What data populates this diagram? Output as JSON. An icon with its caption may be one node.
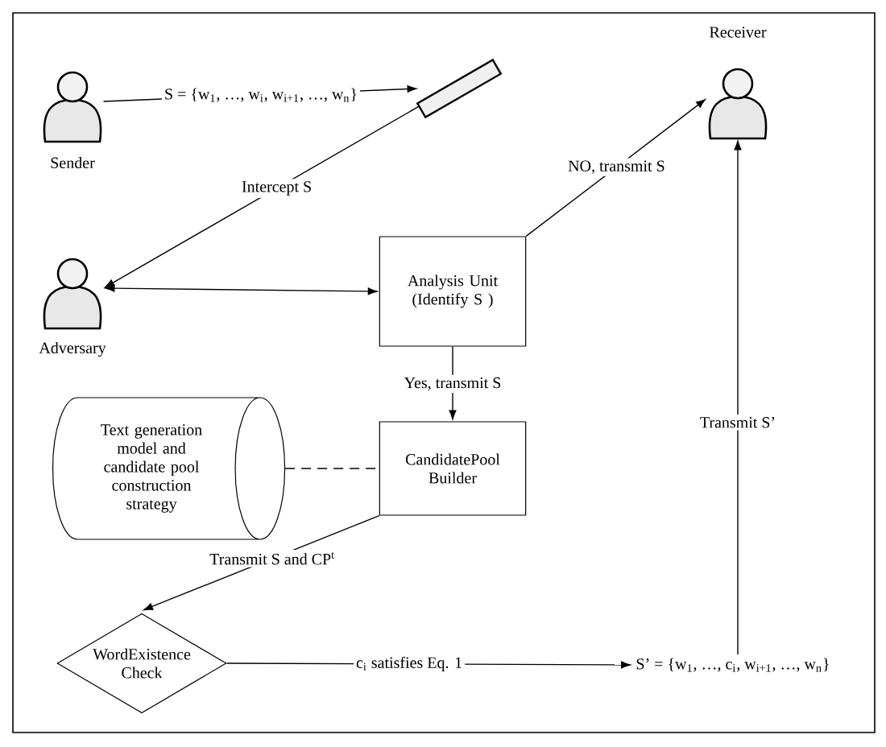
{
  "diagram": {
    "nodes": [
      {
        "text": [
          "Sender"
        ]
      },
      {
        "text": [],
        "shape": "picture"
      },
      {
        "text": [
          "Receiver"
        ]
      },
      {
        "text": [
          "Adversary"
        ]
      },
      {
        "text": [
          "Analysis Unit (Identify S )"
        ]
      },
      {
        "text": [
          "CandidatePool Builder"
        ]
      },
      {
        "text": [
          "Text generation model and candidate pool construction strategy"
        ]
      },
      {
        "text": [
          "WordExistence Check"
        ]
      },
      {
        "text": [
          "S’ = {w$_{1}$, …, c$_{i}$, w$_{i+1}$, …, w$_{n}$}"
        ]
      }
    ],
    "edges": [
      {
        "from": 0,
        "to": 1,
        "arrow": "to",
        "label": "S = {w$_{1}$, …, w$_{i}$, w$_{i+1}$, …, w$_{n}$}"
      },
      {
        "from": 1,
        "to": 3,
        "arrow": "to",
        "label": "Intercept S"
      },
      {
        "from": 3,
        "to": 4,
        "arrow": "both"
      },
      {
        "from": 4,
        "to": 2,
        "arrow": "to",
        "label": "NO, transmit S"
      },
      {
        "from": 4,
        "to": 5,
        "arrow": "to",
        "label": "Yes, transmit S"
      },
      {
        "from": 6,
        "to": 5,
        "arrow": "none",
        "style": "dashed"
      },
      {
        "from": 5,
        "to": 7,
        "arrow": "to",
        "label": "Transmit S and CP$^{t}$"
      },
      {
        "from": 7,
        "to": 8,
        "arrow": "to",
        "label": "c$_{i}$ satisfies Eq. 1"
      },
      {
        "from": 8,
        "to": 2,
        "arrow": "to",
        "label": "Transmit S’"
      }
    ]
  }
}
